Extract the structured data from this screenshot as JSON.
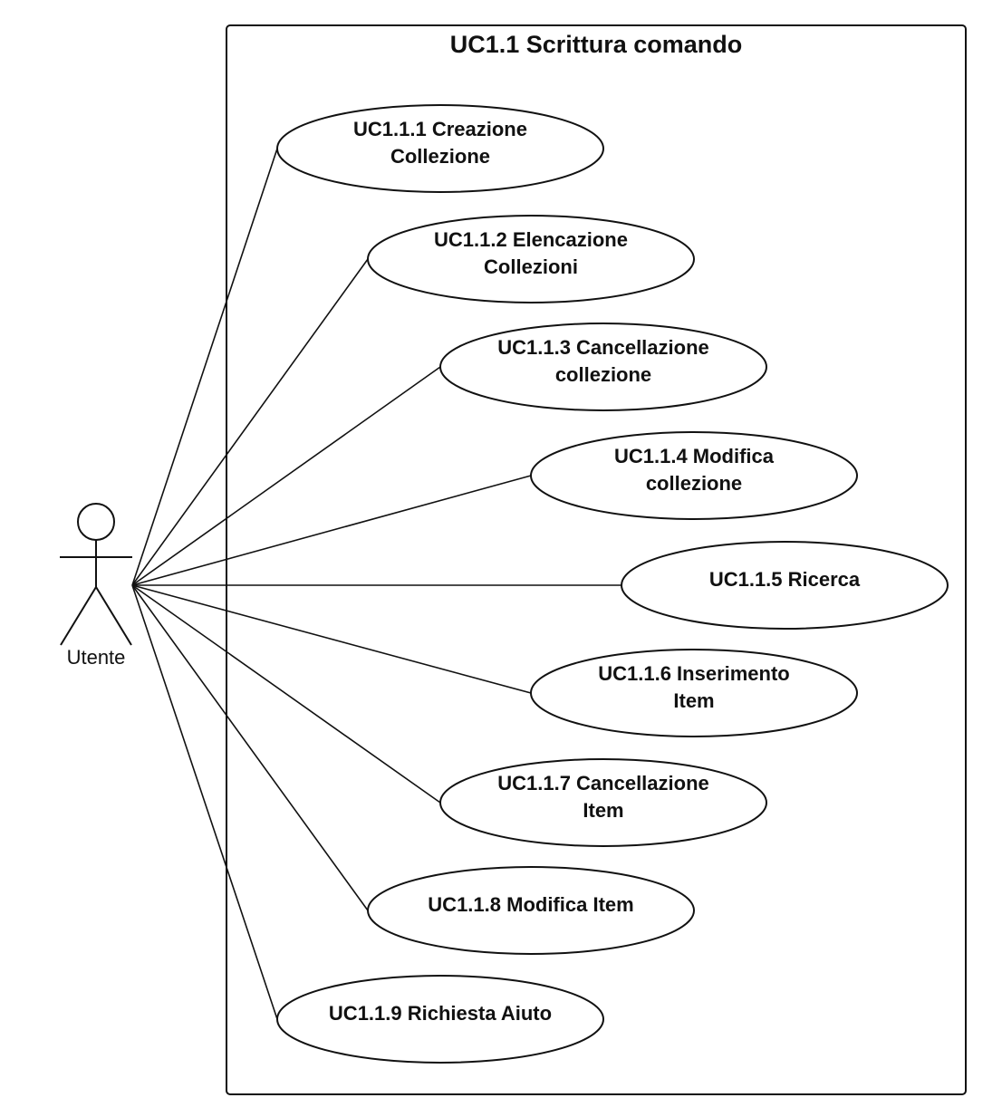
{
  "system": {
    "title": "UC1.1 Scrittura comando"
  },
  "actor": {
    "label": "Utente"
  },
  "use_cases": [
    {
      "id": "uc-1-1-1",
      "lines": [
        "UC1.1.1 Creazione",
        "Collezione"
      ]
    },
    {
      "id": "uc-1-1-2",
      "lines": [
        "UC1.1.2 Elencazione",
        "Collezioni"
      ]
    },
    {
      "id": "uc-1-1-3",
      "lines": [
        "UC1.1.3 Cancellazione",
        "collezione"
      ]
    },
    {
      "id": "uc-1-1-4",
      "lines": [
        "UC1.1.4 Modifica",
        "collezione"
      ]
    },
    {
      "id": "uc-1-1-5",
      "lines": [
        "UC1.1.5 Ricerca"
      ]
    },
    {
      "id": "uc-1-1-6",
      "lines": [
        "UC1.1.6 Inserimento",
        "Item"
      ]
    },
    {
      "id": "uc-1-1-7",
      "lines": [
        "UC1.1.7 Cancellazione",
        "Item"
      ]
    },
    {
      "id": "uc-1-1-8",
      "lines": [
        "UC1.1.8 Modifica Item"
      ]
    },
    {
      "id": "uc-1-1-9",
      "lines": [
        "UC1.1.9 Richiesta Aiuto"
      ]
    }
  ]
}
